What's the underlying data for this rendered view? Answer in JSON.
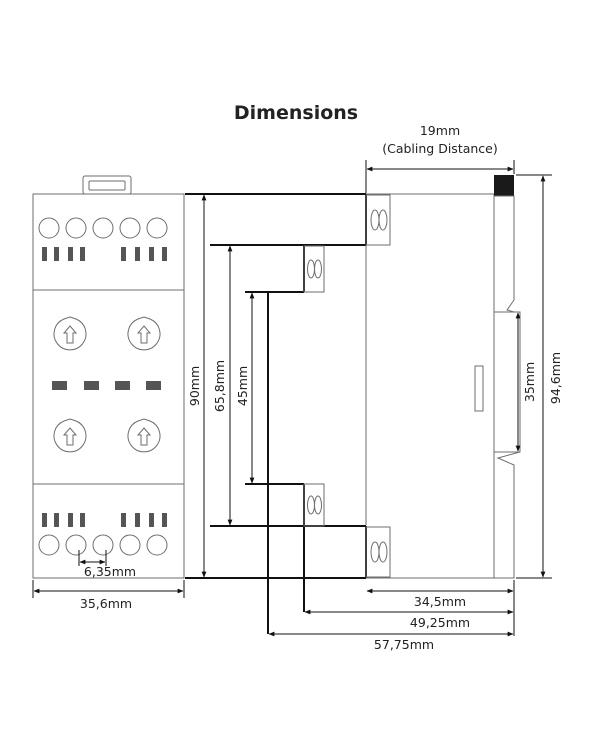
{
  "title": "Dimensions",
  "dimensions": {
    "cabling_distance_value": "19mm",
    "cabling_distance_label": "(Cabling Distance)",
    "height_total": "94,6mm",
    "height_body": "90mm",
    "height_mid": "65,8mm",
    "height_front": "45mm",
    "rail": "35mm",
    "width": "35,6mm",
    "terminal_pitch": "6,35mm",
    "depth_1": "34,5mm",
    "depth_2": "49,25mm",
    "depth_3": "57,75mm"
  },
  "colors": {
    "line": "#111111",
    "outline": "#6e6e6e",
    "mark": "#555555"
  }
}
